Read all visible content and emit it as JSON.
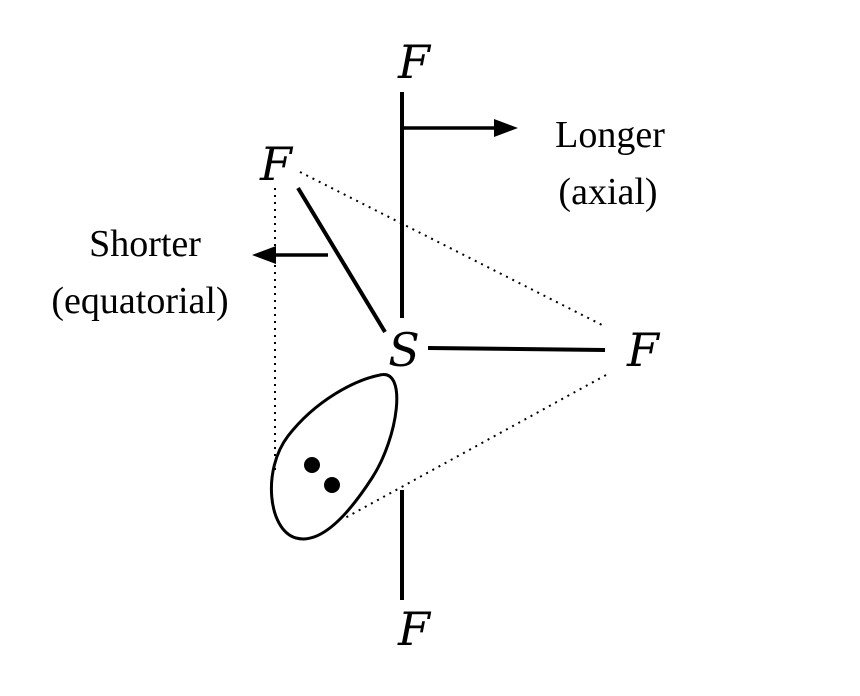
{
  "atoms": {
    "central": "S",
    "axial_top": "F",
    "axial_bottom": "F",
    "equatorial_left": "F",
    "equatorial_right": "F"
  },
  "labels": {
    "axial_line1": "Longer",
    "axial_line2": "(axial)",
    "equatorial_line1": "Shorter",
    "equatorial_line2": "(equatorial)"
  },
  "lone_pair_electrons": 2,
  "colors": {
    "ink": "#000000",
    "background": "#ffffff"
  }
}
